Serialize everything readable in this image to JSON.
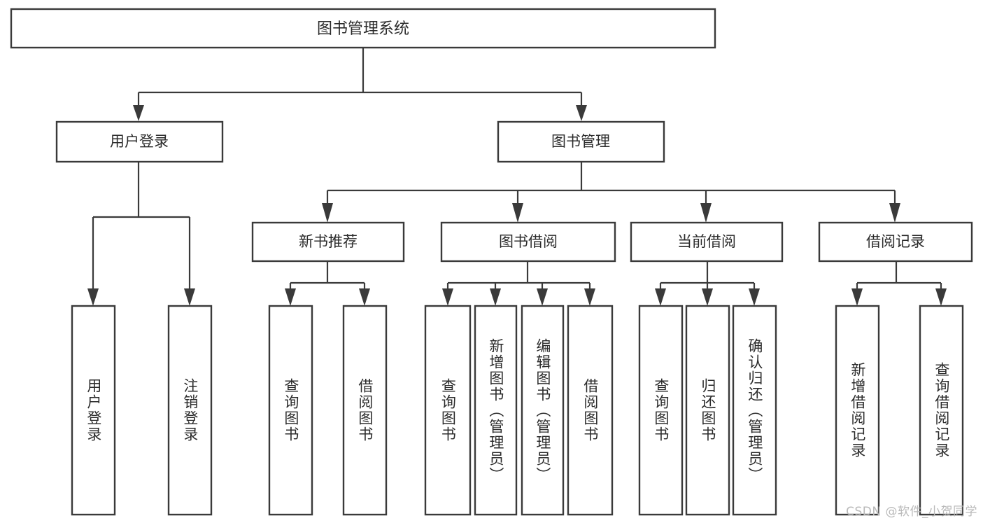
{
  "diagram": {
    "title": "图书管理系统",
    "type": "tree-hierarchy",
    "orientation": "top-down",
    "colors": {
      "box_stroke": "#3a3a3a",
      "box_fill": "#ffffff",
      "connector": "#3a3a3a",
      "text": "#2b2b2b",
      "background": "#ffffff",
      "watermark": "#b9b9b9"
    }
  },
  "nodes": {
    "root": {
      "label": "图书管理系统"
    },
    "level2": [
      {
        "id": "user-login",
        "label": "用户登录"
      },
      {
        "id": "book-manage",
        "label": "图书管理"
      }
    ],
    "level3": [
      {
        "id": "new-book-recommend",
        "label": "新书推荐"
      },
      {
        "id": "book-borrow",
        "label": "图书借阅"
      },
      {
        "id": "current-borrow",
        "label": "当前借阅"
      },
      {
        "id": "borrow-record",
        "label": "借阅记录"
      }
    ],
    "leaves": {
      "user_login": [
        {
          "id": "leaf-user-login",
          "label": "用户登录"
        },
        {
          "id": "leaf-logout-login",
          "label": "注销登录"
        }
      ],
      "new_book_recommend": [
        {
          "id": "leaf-query-book-1",
          "label": "查询图书"
        },
        {
          "id": "leaf-borrow-book-1",
          "label": "借阅图书"
        }
      ],
      "book_borrow": [
        {
          "id": "leaf-query-book-2",
          "label": "查询图书"
        },
        {
          "id": "leaf-add-book-admin",
          "label": "新增图书（管理员）"
        },
        {
          "id": "leaf-edit-book-admin",
          "label": "编辑图书（管理员）"
        },
        {
          "id": "leaf-borrow-book-2",
          "label": "借阅图书"
        }
      ],
      "current_borrow": [
        {
          "id": "leaf-query-book-3",
          "label": "查询图书"
        },
        {
          "id": "leaf-return-book",
          "label": "归还图书"
        },
        {
          "id": "leaf-confirm-return-admin",
          "label": "确认归还（管理员）"
        }
      ],
      "borrow_record": [
        {
          "id": "leaf-add-borrow-record",
          "label": "新增借阅记录"
        },
        {
          "id": "leaf-query-borrow-record",
          "label": "查询借阅记录"
        }
      ]
    }
  },
  "watermark": {
    "text": "CSDN @软件_小贺同学"
  }
}
